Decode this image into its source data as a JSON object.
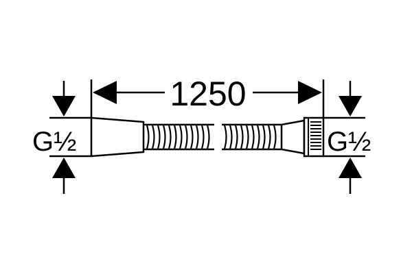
{
  "dimension": {
    "length_label": "1250"
  },
  "connections": {
    "left_label": "G½",
    "right_label": "G½"
  },
  "colors": {
    "line": "#000000",
    "background": "#ffffff"
  }
}
